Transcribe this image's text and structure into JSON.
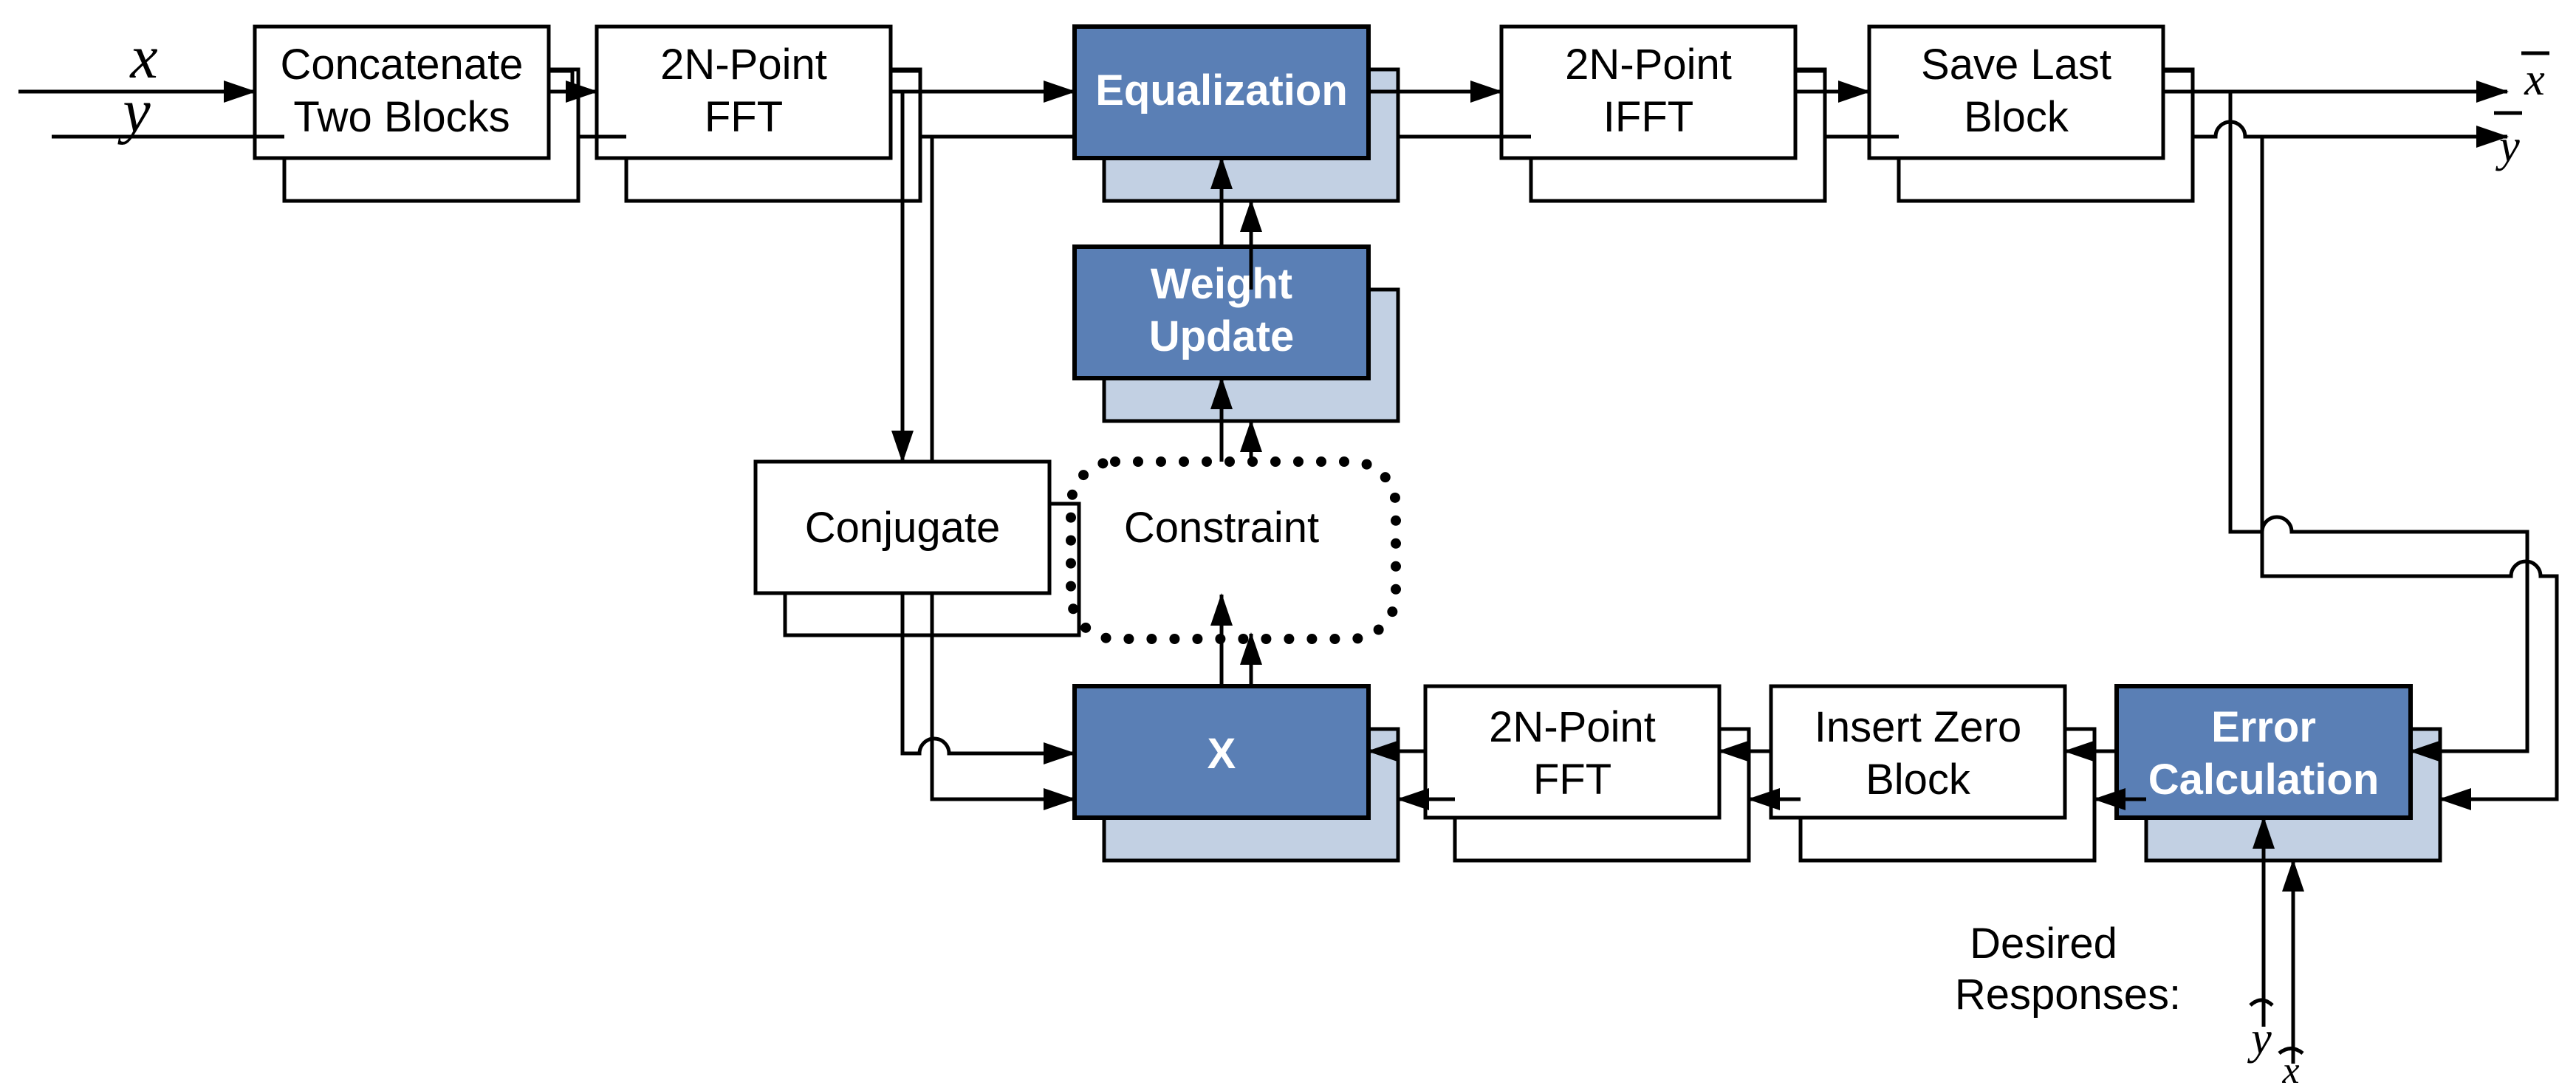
{
  "signals": {
    "input_x": "x",
    "input_y": "y",
    "output_x": "x",
    "output_y": "y",
    "desired_y": "y",
    "desired_x": "x"
  },
  "blocks": {
    "concatenate": [
      "Concatenate",
      "Two Blocks"
    ],
    "fft_top": [
      "2N-Point",
      "FFT"
    ],
    "equalization": [
      "Equalization"
    ],
    "ifft": [
      "2N-Point",
      "IFFT"
    ],
    "save_last": [
      "Save Last",
      "Block"
    ],
    "weight_update": [
      "Weight",
      "Update"
    ],
    "conjugate": [
      "Conjugate"
    ],
    "constraint": [
      "Constraint"
    ],
    "multiply": [
      "X"
    ],
    "fft_bottom": [
      "2N-Point",
      "FFT"
    ],
    "insert_zero": [
      "Insert Zero",
      "Block"
    ],
    "error_calc": [
      "Error",
      "Calculation"
    ]
  },
  "desired_responses": [
    "Desired",
    "Responses:"
  ],
  "colors": {
    "block_fill": "#5a7fb5",
    "block_shadow": "#c2d0e3",
    "line": "#000000"
  }
}
